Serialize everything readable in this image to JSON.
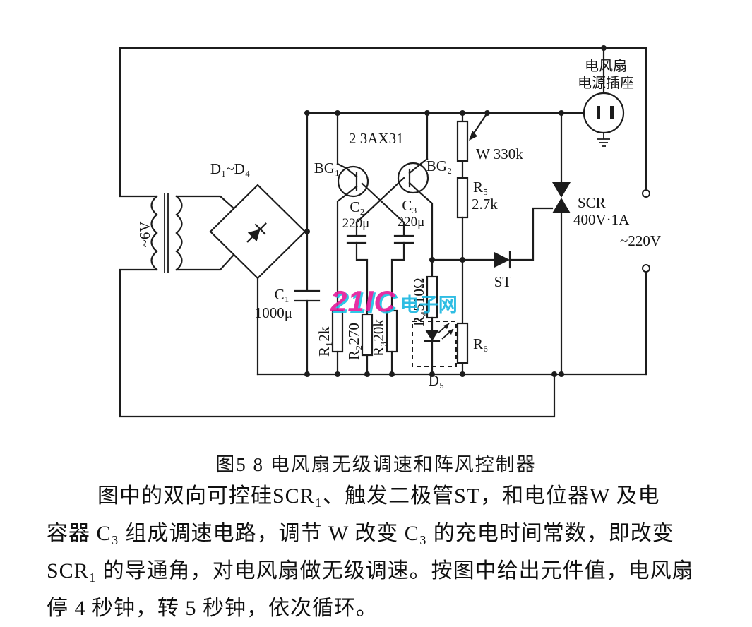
{
  "watermark": {
    "brand": "21IC",
    "site": "电子网"
  },
  "caption": "图5 8  电风扇无级调速和阵风控制器",
  "paragraph": {
    "lines": [
      "图中的双向可控硅SCR₁、触发二极管ST，和电位器W 及电",
      "容器 C₃ 组成调速电路，调节 W 改变 C₃ 的充电时间常数，即改变",
      "SCR₁ 的导通角，对电风扇做无级调速。按图中给出元件值，电风扇",
      "停 4 秒钟，转 5 秒钟，依次循环。"
    ]
  },
  "circuit": {
    "socket_label_1": "电风扇",
    "socket_label_2": "电源插座",
    "mains": "~220V",
    "transformer": "~6V",
    "bridge": "D₁~D₄",
    "filter_cap": "C₁",
    "filter_cap_value": "1000μ",
    "transistor_count_type": "2   3AX31",
    "bg1": "BG₁",
    "bg2": "BG₂",
    "c2": "C₂",
    "c2_value": "220μ",
    "c3": "C₃",
    "c3_value": "220μ",
    "r1": "R₁2k",
    "r2": "R₂270",
    "r3": "R₃20k",
    "r4": "R₄510Ω",
    "w": "W 330k",
    "r5": "R₅",
    "r5_value": "2.7k",
    "st": "ST",
    "scr": "SCR",
    "scr_value": "400V·1A",
    "d5": "D₅",
    "r6": "R₆"
  }
}
